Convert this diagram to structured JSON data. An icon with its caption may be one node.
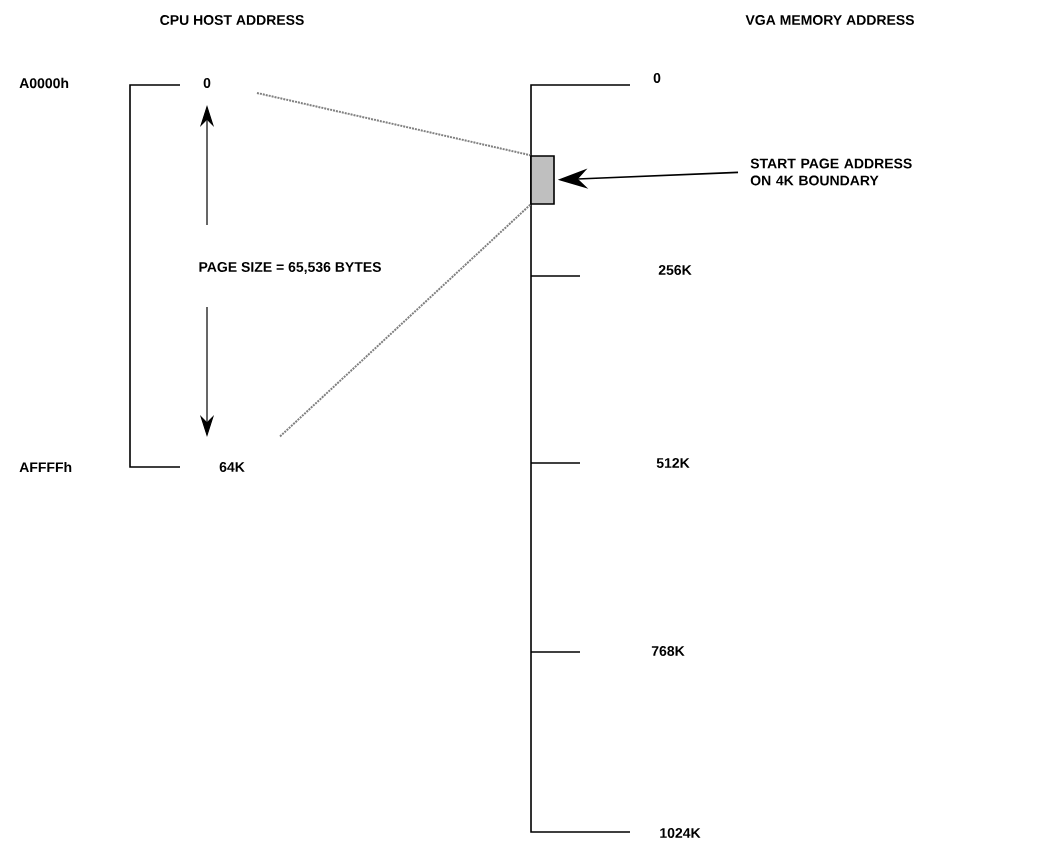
{
  "diagram": {
    "nodes": [
      {
        "text": [
          "0"
        ]
      },
      {
        "text": [
          "64K"
        ]
      },
      {
        "text": [],
        "shape": "box"
      },
      {
        "text": [
          "START PAGE ADDRESS ON 4K BOUNDARY"
        ]
      }
    ],
    "edges": [
      {
        "from": 0,
        "to": 2,
        "arrow": "none",
        "style": "dashed",
        "color": "#808080"
      },
      {
        "from": 1,
        "to": 2,
        "arrow": "none",
        "style": "dashed",
        "color": "#808080"
      },
      {
        "from": 3,
        "to": 2,
        "arrow": "to",
        "color": "#000000"
      }
    ],
    "labels": [
      "CPU HOST ADDRESS",
      "VGA MEMORY ADDRESS",
      "A0000h",
      "0",
      "256K",
      "PAGE SIZE = 65,536 BYTES",
      "AFFFFh",
      "512K",
      "768K",
      "1024K"
    ]
  }
}
